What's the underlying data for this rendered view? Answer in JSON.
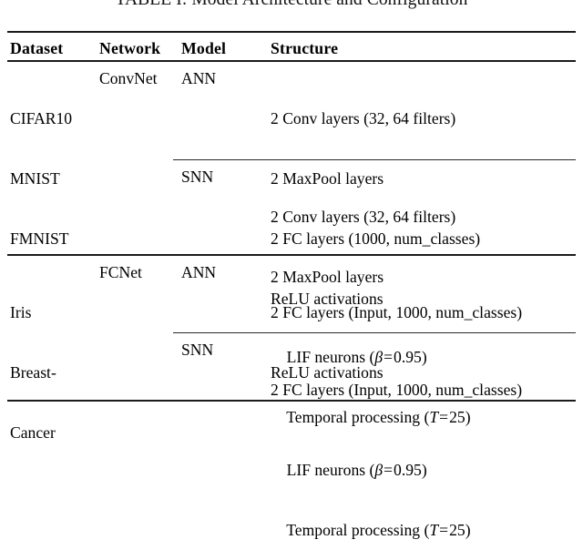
{
  "document": {
    "type": "academic-table",
    "caption": "TABLE I: Model Architecture and Configuration",
    "background_color": "#ffffff",
    "text_color": "#000000",
    "rule_color": "#1b1b1b"
  },
  "table": {
    "columns": [
      {
        "key": "dataset",
        "label": "Dataset"
      },
      {
        "key": "network",
        "label": "Network"
      },
      {
        "key": "model",
        "label": "Model"
      },
      {
        "key": "structure",
        "label": "Structure"
      }
    ],
    "blocks": [
      {
        "dataset_lines": [
          "CIFAR10",
          "MNIST",
          "FMNIST"
        ],
        "network": "ConvNet",
        "rows": [
          {
            "model": "ANN",
            "structure_lines": [
              "2 Conv layers (32, 64 filters)",
              "2 MaxPool layers",
              "2 FC layers (1000, num_classes)",
              "ReLU activations"
            ]
          },
          {
            "model": "SNN",
            "structure_lines": [
              "2 Conv layers (32, 64 filters)",
              "2 MaxPool layers"
            ],
            "math_lines": [
              {
                "prefix": "LIF neurons (",
                "var": "β",
                "op": "=",
                "num": "0.95",
                "suffix": ")"
              },
              {
                "prefix": "Temporal processing (",
                "var": "T",
                "op": "=",
                "num": "25",
                "suffix": ")"
              }
            ]
          }
        ]
      },
      {
        "dataset_lines": [
          "Iris",
          "Breast-",
          "Cancer"
        ],
        "network": "FCNet",
        "rows": [
          {
            "model": "ANN",
            "structure_lines": [
              "2 FC layers (Input, 1000, num_classes)",
              "ReLU activations"
            ]
          },
          {
            "model": "SNN",
            "structure_lines": [
              "2 FC layers (Input, 1000, num_classes)"
            ],
            "math_lines": [
              {
                "prefix": "LIF neurons (",
                "var": "β",
                "op": "=",
                "num": "0.95",
                "suffix": ")"
              },
              {
                "prefix": "Temporal processing (",
                "var": "T",
                "op": "=",
                "num": "25",
                "suffix": ")"
              }
            ]
          }
        ]
      }
    ]
  }
}
